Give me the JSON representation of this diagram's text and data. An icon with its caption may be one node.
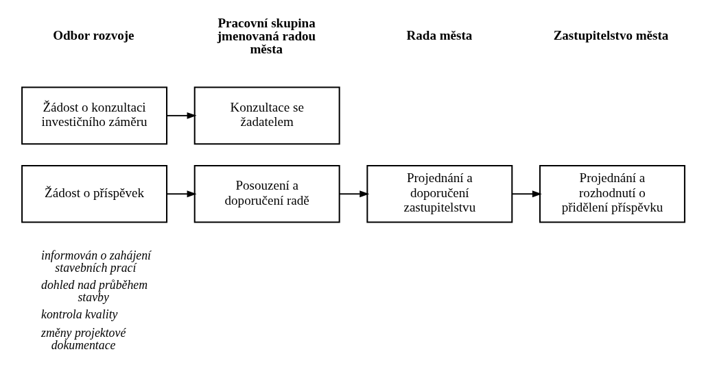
{
  "diagram": {
    "nodes": [
      {
        "text": [
          "Žádost o konzultaci investičního záměru"
        ]
      },
      {
        "text": [
          "Konzultace se žadatelem"
        ]
      },
      {
        "text": [
          "Žádost o příspěvek"
        ]
      },
      {
        "text": [
          "Posouzení a doporučení radě"
        ]
      },
      {
        "text": [
          "Projednání a doporučení zastupitelstvu"
        ]
      },
      {
        "text": [
          "Projednání a rozhodnutí o přidělení příspěvku"
        ]
      }
    ],
    "edges": [
      {
        "from": 0,
        "to": 1,
        "arrow": "to"
      },
      {
        "from": 2,
        "to": 3,
        "arrow": "to"
      },
      {
        "from": 3,
        "to": 4,
        "arrow": "to"
      },
      {
        "from": 4,
        "to": 5,
        "arrow": "to"
      }
    ],
    "labels": [
      "Odbor rozvoje",
      "Pracovní skupina jmenovaná radou města",
      "Rada města",
      "Zastupitelstvo města",
      "informován o zahájení stavebních prací",
      "dohled nad průběhem stavby",
      "kontrola kvality",
      "změny projektové dokumentace"
    ]
  }
}
